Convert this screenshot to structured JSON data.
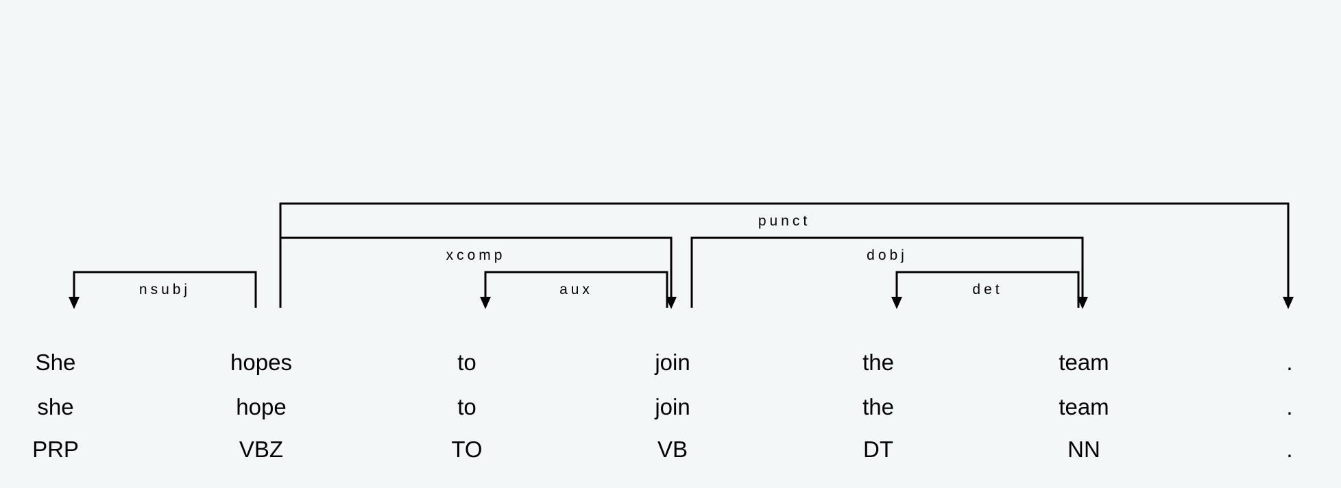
{
  "colors": {
    "background": "#f3f7f8",
    "ink": "#000000"
  },
  "parse": {
    "tokens": [
      {
        "word": "She",
        "lemma": "she",
        "tag": "PRP"
      },
      {
        "word": "hopes",
        "lemma": "hope",
        "tag": "VBZ"
      },
      {
        "word": "to",
        "lemma": "to",
        "tag": "TO"
      },
      {
        "word": "join",
        "lemma": "join",
        "tag": "VB"
      },
      {
        "word": "the",
        "lemma": "the",
        "tag": "DT"
      },
      {
        "word": "team",
        "lemma": "team",
        "tag": "NN"
      },
      {
        "word": ".",
        "lemma": ".",
        "tag": "."
      }
    ],
    "arcs": [
      {
        "label": "nsubj",
        "head": 1,
        "dep": 0,
        "level": 1
      },
      {
        "label": "xcomp",
        "head": 1,
        "dep": 3,
        "level": 2
      },
      {
        "label": "aux",
        "head": 3,
        "dep": 2,
        "level": 1
      },
      {
        "label": "punct",
        "head": 1,
        "dep": 6,
        "level": 3
      },
      {
        "label": "dobj",
        "head": 3,
        "dep": 5,
        "level": 2
      },
      {
        "label": "det",
        "head": 5,
        "dep": 4,
        "level": 1
      }
    ]
  }
}
